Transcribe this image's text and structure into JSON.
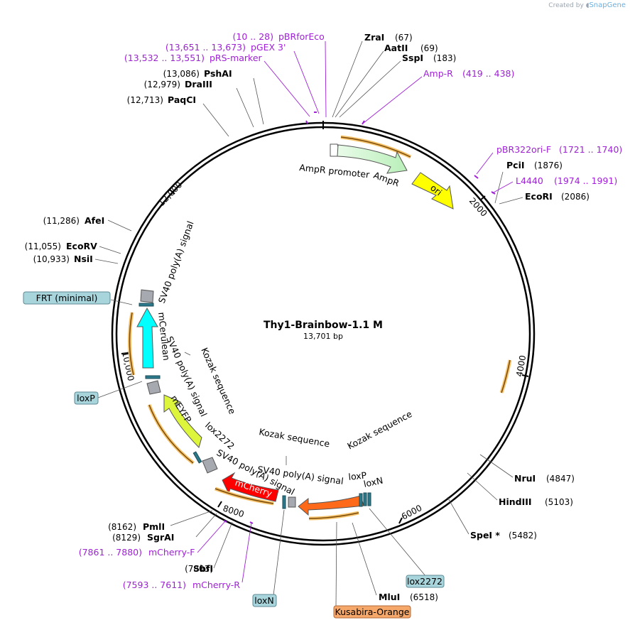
{
  "credit": {
    "prefix": "Created by",
    "brand": "SnapGene"
  },
  "plasmid": {
    "name": "Thy1-Brainbow-1.1 M",
    "size": "13,701 bp"
  },
  "ticks": [
    "2000",
    "4000",
    "6000",
    "8000",
    "10,000",
    "12,000"
  ],
  "sites": [
    {
      "id": "zrai",
      "name": "ZraI",
      "pos": "(67)"
    },
    {
      "id": "aatii",
      "name": "AatII",
      "pos": "(69)"
    },
    {
      "id": "sspi",
      "name": "SspI",
      "pos": "(183)"
    },
    {
      "id": "pcii",
      "name": "PciI",
      "pos": "(1876)"
    },
    {
      "id": "ecori",
      "name": "EcoRI",
      "pos": "(2086)"
    },
    {
      "id": "nrui",
      "name": "NruI",
      "pos": "(4847)"
    },
    {
      "id": "hindiii",
      "name": "HindIII",
      "pos": "(5103)"
    },
    {
      "id": "spei",
      "name": "SpeI *",
      "pos": "(5482)"
    },
    {
      "id": "mlui",
      "name": "MluI",
      "pos": "(6518)"
    },
    {
      "id": "sbfi",
      "name": "SbfI",
      "pos": "(7803)"
    },
    {
      "id": "sgrai",
      "name": "SgrAI",
      "pos": "(8129)"
    },
    {
      "id": "pmli",
      "name": "PmlI",
      "pos": "(8162)"
    },
    {
      "id": "nsii",
      "name": "NsiI",
      "pos": "(10,933)"
    },
    {
      "id": "ecorv",
      "name": "EcoRV",
      "pos": "(11,055)"
    },
    {
      "id": "afei",
      "name": "AfeI",
      "pos": "(11,286)"
    },
    {
      "id": "paqci",
      "name": "PaqCI",
      "pos": "(12,713)"
    },
    {
      "id": "draiii",
      "name": "DraIII",
      "pos": "(12,979)"
    },
    {
      "id": "pshai",
      "name": "PshAI",
      "pos": "(13,086)"
    }
  ],
  "primers": [
    {
      "id": "pbrforeco",
      "name": "pBRforEco",
      "pos": "(10 .. 28)"
    },
    {
      "id": "pgex3",
      "name": "pGEX 3'",
      "pos": "(13,651 .. 13,673)"
    },
    {
      "id": "prsmarker",
      "name": "pRS-marker",
      "pos": "(13,532 .. 13,551)"
    },
    {
      "id": "ampr",
      "name": "Amp-R",
      "pos": "(419 .. 438)"
    },
    {
      "id": "pbr322orif",
      "name": "pBR322ori-F",
      "pos": "(1721 .. 1740)"
    },
    {
      "id": "l4440",
      "name": "L4440",
      "pos": "(1974 .. 1991)"
    },
    {
      "id": "mcherryf",
      "name": "mCherry-F",
      "pos": "(7861 .. 7880)"
    },
    {
      "id": "mcherryr",
      "name": "mCherry-R",
      "pos": "(7593 .. 7611)"
    }
  ],
  "boxed_features": [
    {
      "id": "frt",
      "label": "FRT (minimal)",
      "color": "#a8d4dc"
    },
    {
      "id": "loxp",
      "label": "loxP",
      "color": "#a8d4dc"
    },
    {
      "id": "lox2272",
      "label": "lox2272",
      "color": "#a8d4dc"
    },
    {
      "id": "loxn",
      "label": "loxN",
      "color": "#a8d4dc"
    },
    {
      "id": "kusabira",
      "label": "Kusabira-Orange",
      "color": "#f6a86a"
    }
  ],
  "features": {
    "ampr_promoter": "AmpR promoter",
    "ampr": "AmpR",
    "ori": "ori",
    "sv40_1": "SV40 poly(A) signal",
    "mcerulean": "mCerulean",
    "sv40_2": "SV40 poly(A) signal",
    "kozak_1": "Kozak sequence",
    "meyfp": "mEYFP",
    "lox2272_in": "lox2272",
    "sv40_3": "SV40 poly(A) signal",
    "mcherry": "mCherry",
    "kozak_2": "Kozak sequence",
    "sv40_4": "SV40 poly(A) signal",
    "kozak_3": "Kozak sequence",
    "loxp_in": "loxP",
    "loxn_in": "loxN"
  },
  "colors": {
    "ampr": "#c8f5c8",
    "ori": "#ffff00",
    "mcerulean": "#00ffff",
    "meyfp": "#ddf53a",
    "mcherry": "#ff0000",
    "kusabira": "#ff6a1a",
    "primer": "#a020d8",
    "orf": "#f5a623"
  }
}
